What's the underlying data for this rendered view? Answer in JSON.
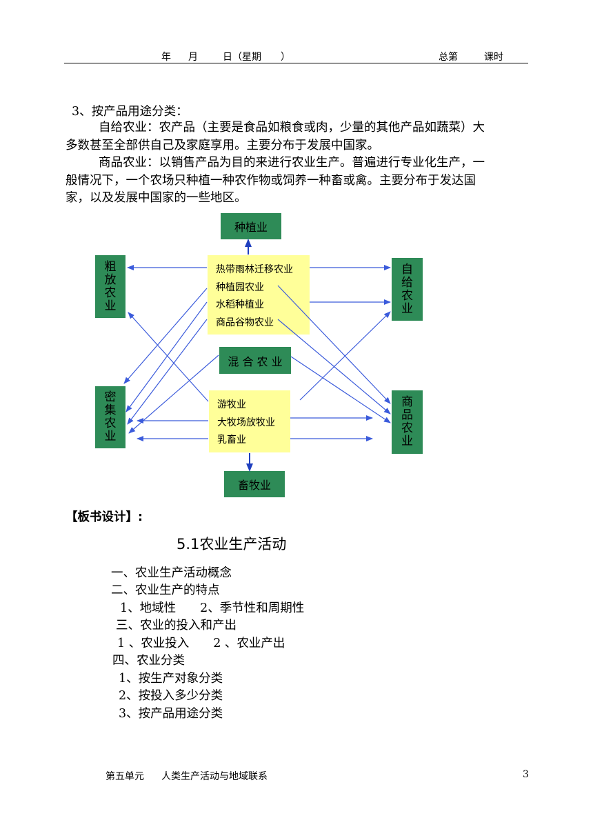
{
  "header": {
    "year": "年",
    "month": "月",
    "day_week": "日（星期　　）",
    "total": "总第",
    "lesson": "课时"
  },
  "body": {
    "heading3": "3、按产品用途分类：",
    "self_lines": [
      "自给农业：农产品（主要是食品如粮食或肉，少量的其他产品如蔬菜）大",
      "多数甚至全部供自己及家庭享用。主要分布于发展中国家。"
    ],
    "commercial_lines": [
      "商品农业：以销售产品为目的来进行农业生产。普遍进行专业化生产，一",
      "般情况下，一个农场只种植一种农作物或饲养一种畜或禽。主要分布于发达国",
      "家，以及发展中国家的一些地区。"
    ]
  },
  "diagram": {
    "crop": "种植业",
    "livestock": "畜牧业",
    "mixed": "混 合 农 业",
    "extensive": [
      "粗",
      "放",
      "农",
      "业"
    ],
    "intensive": [
      "密",
      "集",
      "农",
      "业"
    ],
    "subsistence": [
      "自",
      "给",
      "农",
      "业"
    ],
    "commercial": [
      "商",
      "品",
      "农",
      "业"
    ],
    "crop_types": [
      "热带雨林迁移农业",
      "种植园农业",
      "水稻种植业",
      "商品谷物农业"
    ],
    "livestock_types": [
      "游牧业",
      "大牧场放牧业",
      "乳畜业"
    ],
    "arrow_color": "#3b5bdb",
    "box_green": "#2e8b57",
    "box_yellow": "#ffff99"
  },
  "board": {
    "label": "【板书设计】:",
    "title": "5.1农业生产活动",
    "items": [
      "一、农业生产活动概念",
      "二、农业生产的特点",
      "1、地域性　　2、季节性和周期性",
      "三、农业的投入和产出",
      "1 、农业投入　　2 、农业产出",
      "四、农业分类",
      "1、按生产对象分类",
      "2、按投入多少分类",
      "3、按产品用途分类"
    ]
  },
  "footer": {
    "unit": "第五单元",
    "chapter": "人类生产活动与地域联系",
    "page": "3"
  }
}
